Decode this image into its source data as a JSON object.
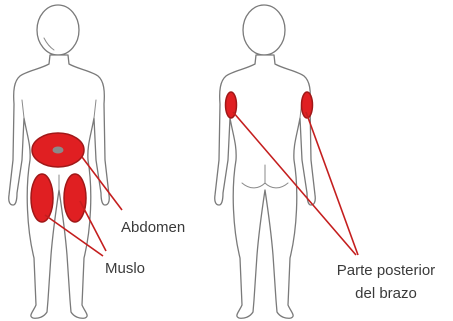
{
  "labels": {
    "abdomen": "Abdomen",
    "thigh": "Muslo",
    "upper_arm_line1": "Parte posterior",
    "upper_arm_line2": "del brazo"
  },
  "colors": {
    "injection_site": "#e01f22",
    "navel": "#8a8a8a",
    "leader_line": "#c41e1e",
    "outline": "#7a7a7a",
    "label_text": "#3a3a3a"
  }
}
